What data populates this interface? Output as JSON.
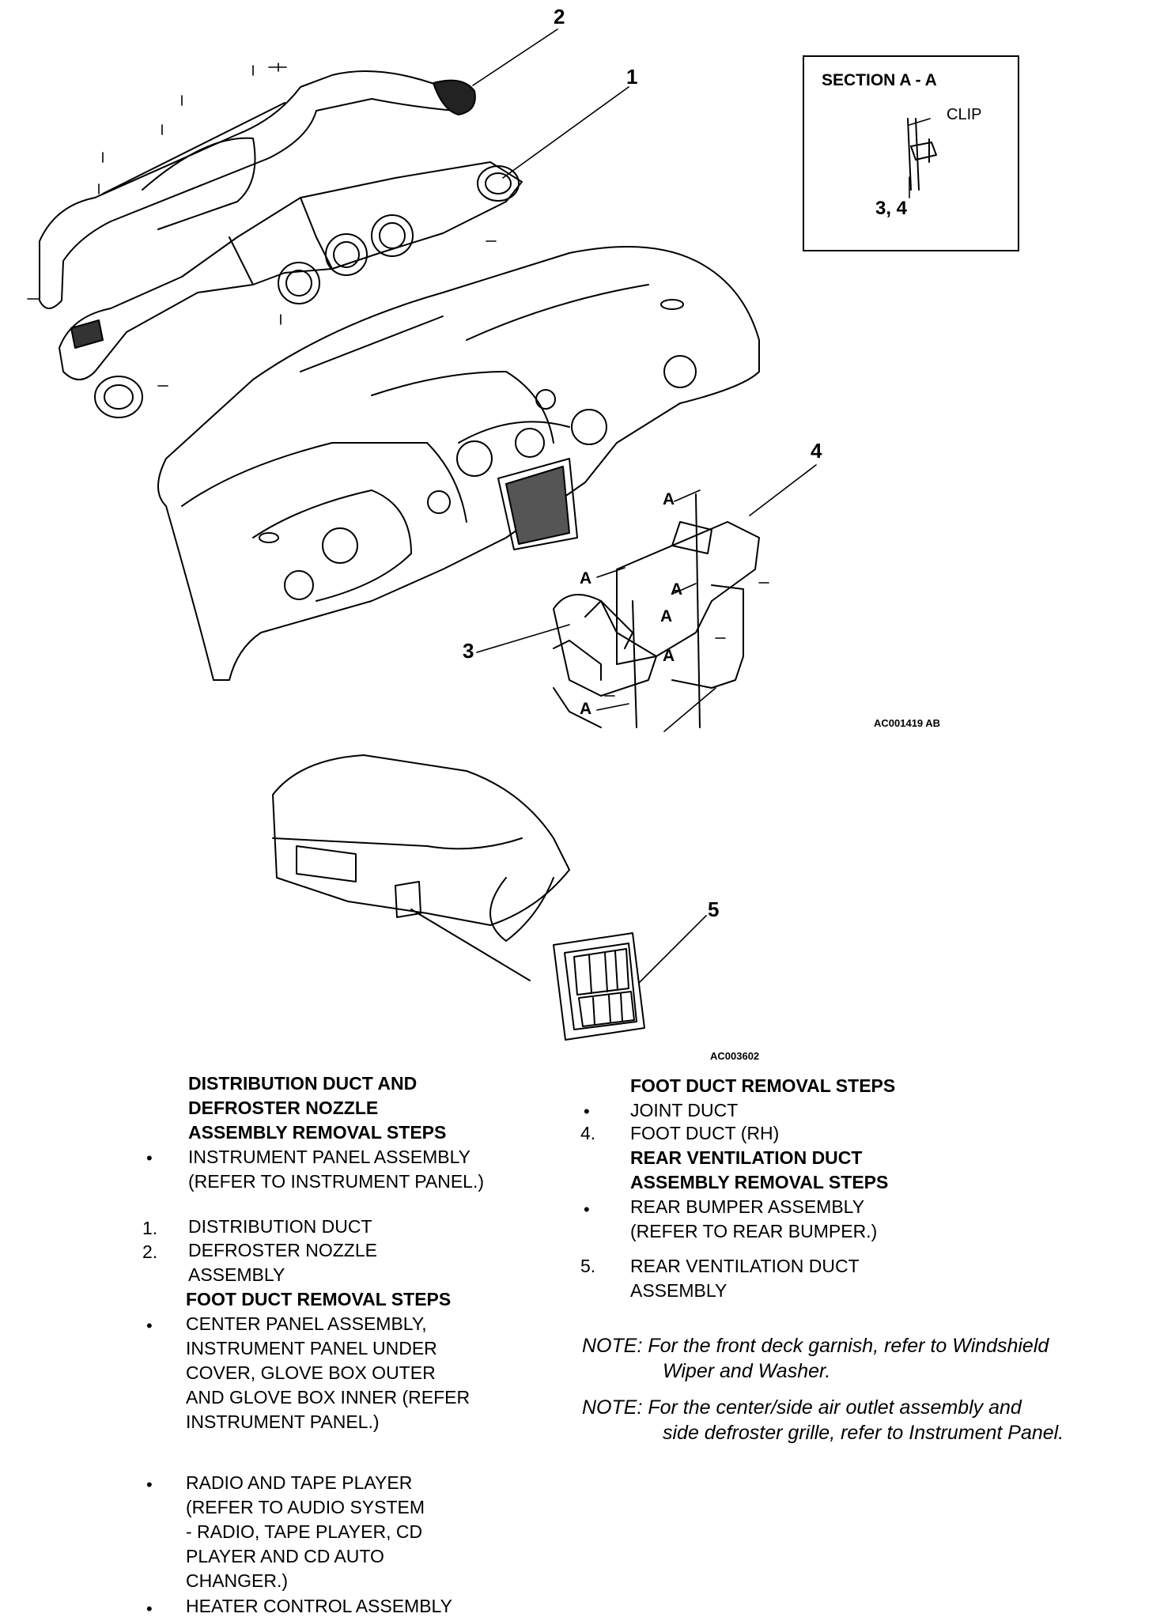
{
  "callouts": {
    "c1": "1",
    "c2": "2",
    "c3": "3",
    "c4": "4",
    "c5": "5"
  },
  "section_label": "A",
  "section_aa": {
    "title": "SECTION A - A",
    "clip": "CLIP",
    "numbers": "3, 4"
  },
  "figure_codes": {
    "top": "AC001419 AB",
    "bottom": "AC003602"
  },
  "left_column": {
    "heading1_line1": "DISTRIBUTION DUCT AND",
    "heading1_line2": "DEFROSTER NOZZLE",
    "heading1_line3": "ASSEMBLY REMOVAL STEPS",
    "bullet": "•",
    "item1_line1": "INSTRUMENT PANEL ASSEMBLY",
    "item1_line2": "(REFER TO INSTRUMENT PANEL.)",
    "n1": "1.",
    "step1": "DISTRIBUTION DUCT",
    "n2": "2.",
    "step2_line1": "DEFROSTER NOZZLE",
    "step2_line2": "ASSEMBLY",
    "heading2": "FOOT DUCT REMOVAL STEPS",
    "item2_line1": "CENTER PANEL ASSEMBLY,",
    "item2_line2": "INSTRUMENT PANEL UNDER",
    "item2_line3": "COVER, GLOVE BOX OUTER",
    "item2_line4": "AND GLOVE BOX INNER (REFER",
    "item2_line5": "INSTRUMENT PANEL.)",
    "item3_line1": "RADIO AND TAPE PLAYER",
    "item3_line2": "(REFER TO AUDIO SYSTEM",
    "item3_line3": "- RADIO, TAPE PLAYER, CD",
    "item3_line4": "PLAYER AND CD AUTO",
    "item3_line5": "CHANGER.)",
    "item4": "HEATER CONTROL ASSEMBLY"
  },
  "right_column": {
    "heading1": "FOOT DUCT REMOVAL STEPS",
    "item1": "JOINT DUCT",
    "n4": "4.",
    "step4": "FOOT DUCT (RH)",
    "heading2_line1": "REAR VENTILATION DUCT",
    "heading2_line2": "ASSEMBLY REMOVAL STEPS",
    "item2_line1": "REAR BUMPER ASSEMBLY",
    "item2_line2": "(REFER TO REAR BUMPER.)",
    "n5": "5.",
    "step5_line1": "REAR VENTILATION DUCT",
    "step5_line2": "ASSEMBLY"
  },
  "notes": {
    "note1_line1": "NOTE: For the front deck garnish, refer to Windshield",
    "note1_line2": "Wiper and Washer.",
    "note2_line1": "NOTE: For the center/side air outlet assembly and",
    "note2_line2": "side defroster grille, refer to Instrument Panel."
  }
}
